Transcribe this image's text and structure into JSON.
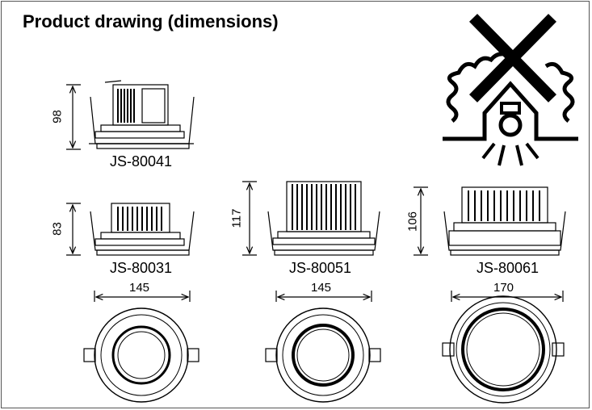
{
  "title": "Product drawing (dimensions)",
  "products": [
    {
      "model": "JS-80041",
      "height": "98"
    },
    {
      "model": "JS-80031",
      "height": "83"
    },
    {
      "model": "JS-80051",
      "height": "117"
    },
    {
      "model": "JS-80061",
      "height": "106"
    }
  ],
  "widths": [
    "145",
    "145",
    "170"
  ],
  "icons": {
    "warning": "no-insulation-cover-icon"
  }
}
